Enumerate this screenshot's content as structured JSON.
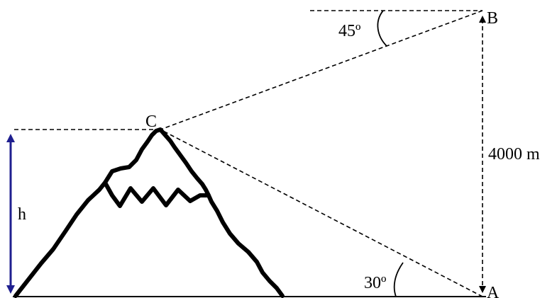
{
  "diagram": {
    "points": {
      "A": "A",
      "B": "B",
      "C": "C"
    },
    "angles": {
      "top": "45º",
      "bottom": "30º"
    },
    "height_label": "4000 m",
    "mountain_height_label": "h"
  },
  "colors": {
    "line": "#000000",
    "height_arrow": "#1f1f8f",
    "background": "#ffffff"
  }
}
